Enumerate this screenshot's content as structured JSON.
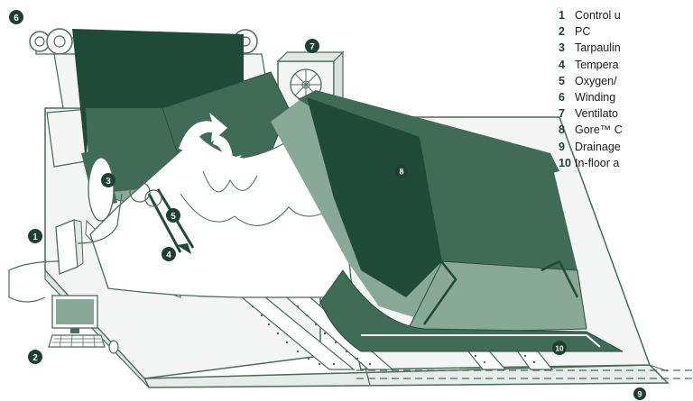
{
  "legend": [
    {
      "num": "1",
      "label": "Control u"
    },
    {
      "num": "2",
      "label": "PC"
    },
    {
      "num": "3",
      "label": "Tarpaulin"
    },
    {
      "num": "4",
      "label": "Tempera"
    },
    {
      "num": "5",
      "label": "Oxygen/"
    },
    {
      "num": "6",
      "label": "Winding"
    },
    {
      "num": "7",
      "label": "Ventilato"
    },
    {
      "num": "8",
      "label": "Gore™ C"
    },
    {
      "num": "9",
      "label": "Drainage"
    },
    {
      "num": "10",
      "label": "In-floor a"
    }
  ],
  "callouts": [
    "1",
    "2",
    "3",
    "4",
    "5",
    "6",
    "7",
    "8",
    "9",
    "10"
  ],
  "colors": {
    "dark_green": "#1f4a37",
    "mid_green": "#3f6b57",
    "light_green": "#88a898",
    "pale_green": "#a9c2b5",
    "outline": "#4a6a5a",
    "callout": "#1f3f30"
  }
}
